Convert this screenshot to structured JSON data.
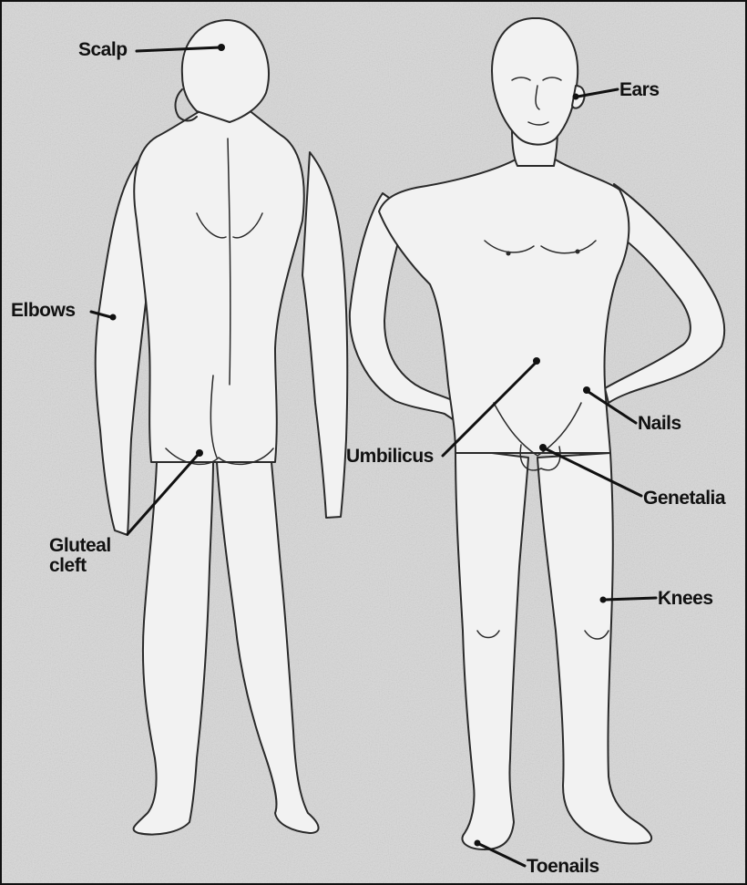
{
  "labels": {
    "scalp": "Scalp",
    "ears": "Ears",
    "elbows": "Elbows",
    "nails": "Nails",
    "umbilicus": "Umbilicus",
    "genetalia": "Genetalia",
    "gluteal_line1": "Gluteal",
    "gluteal_line2": "cleft",
    "knees": "Knees",
    "toenails": "Toenails"
  },
  "colors": {
    "background": "#dcdcdc",
    "figure_fill": "#f2f2f2",
    "outline": "#2a2a2a",
    "label_text": "#111111"
  }
}
